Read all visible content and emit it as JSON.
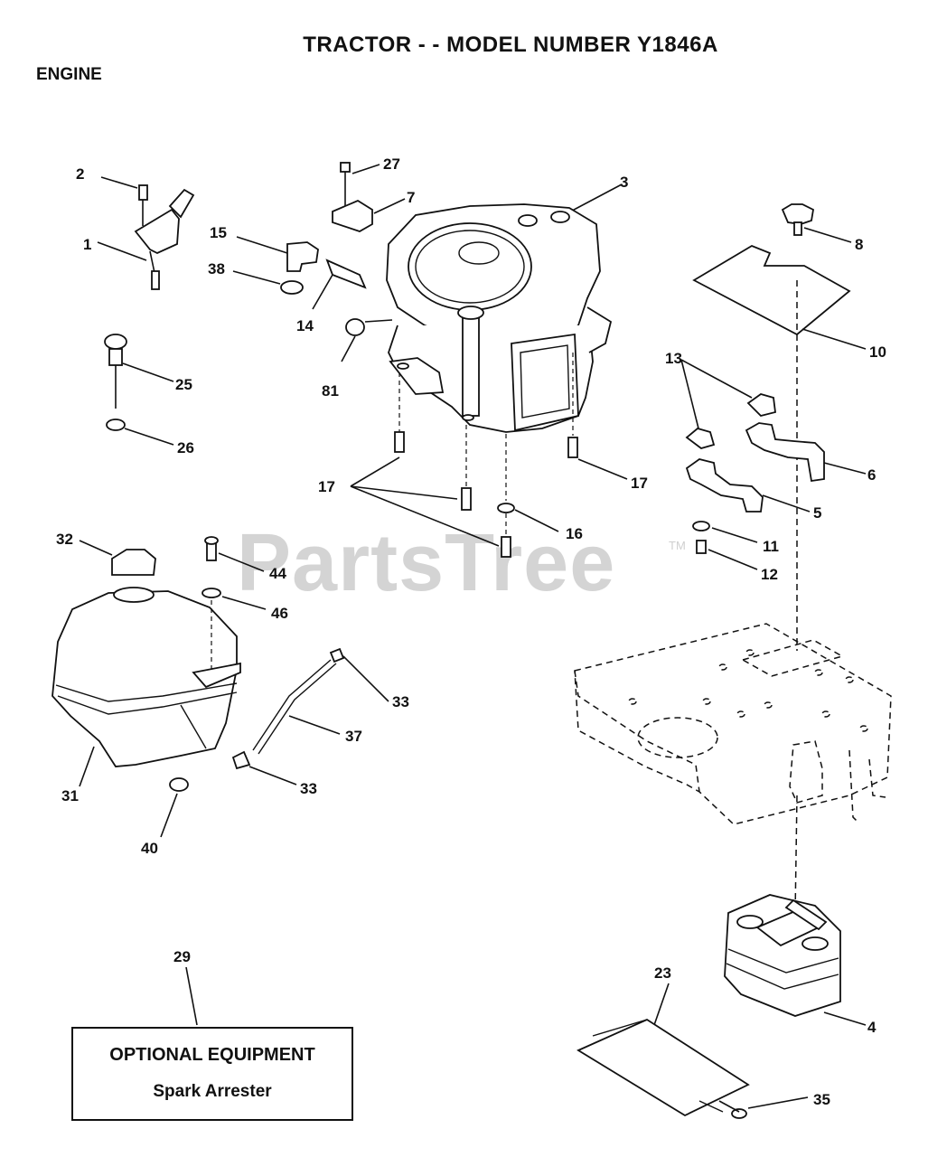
{
  "header": {
    "title": "TRACTOR - - MODEL NUMBER Y1846A",
    "section": "ENGINE"
  },
  "watermark": {
    "text": "PartsTree",
    "tm": "TM"
  },
  "optional_box": {
    "title": "OPTIONAL EQUIPMENT",
    "item": "Spark Arrester"
  },
  "callouts": [
    "1",
    "2",
    "3",
    "4",
    "5",
    "6",
    "7",
    "8",
    "10",
    "11",
    "12",
    "13",
    "14",
    "15",
    "16",
    "17",
    "17",
    "17",
    "23",
    "25",
    "26",
    "27",
    "29",
    "31",
    "32",
    "33",
    "33",
    "35",
    "37",
    "38",
    "40",
    "44",
    "46",
    "81"
  ]
}
